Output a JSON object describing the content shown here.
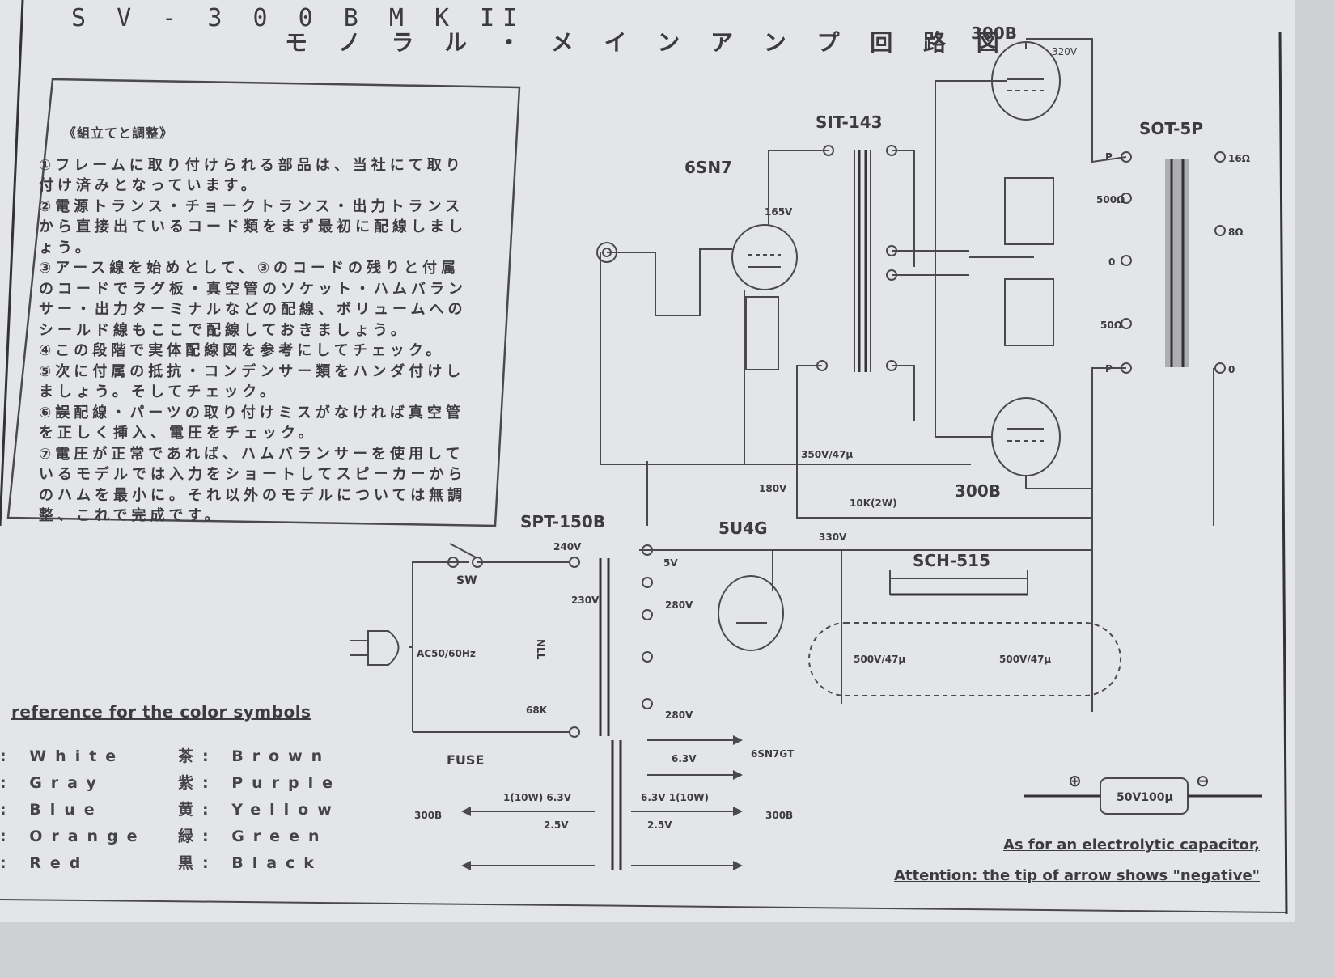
{
  "header": {
    "title": "S V - 3 0 0 B  M K II",
    "subtitle": "モ ノ ラ ル ・ メ イ ン ア ン プ 回 路 図"
  },
  "assembly_notes": {
    "heading": "《組立てと調整》",
    "lines": [
      "①フレームに取り付けられる部品は、当社にて取り",
      "付け済みとなっています。",
      "②電源トランス・チョークトランス・出力トランス",
      "から直接出ているコード類をまず最初に配線しまし",
      "ょう。",
      "③アース線を始めとして、③のコードの残りと付属",
      "のコードでラグ板・真空管のソケット・ハムバラン",
      "サー・出力ターミナルなどの配線、ボリュームへの",
      "シールド線もここで配線しておきましょう。",
      "④この段階で実体配線図を参考にしてチェック。",
      "⑤次に付属の抵抗・コンデンサー類をハンダ付けし",
      "ましょう。そしてチェック。",
      "⑥誤配線・パーツの取り付けミスがなければ真空管",
      "を正しく挿入、電圧をチェック。",
      "⑦電圧が正常であれば、ハムバランサーを使用して",
      "いるモデルでは入力をショートしてスピーカーから",
      "のハムを最小に。それ以外のモデルについては無調",
      "整、これで完成です。"
    ]
  },
  "color_reference": {
    "title": "reference for the color symbols",
    "rows": [
      {
        "left": ": White",
        "right": "茶: Brown"
      },
      {
        "left": ": Gray",
        "right": "紫: Purple"
      },
      {
        "left": ": Blue",
        "right": "黄: Yellow"
      },
      {
        "left": ": Orange",
        "right": "緑: Green"
      },
      {
        "left": ": Red",
        "right": "黒: Black"
      }
    ]
  },
  "components": {
    "tube_300b_top": "300B",
    "tube_300b_bottom": "300B",
    "tube_6sn7": "6SN7",
    "tube_5u4g": "5U4G",
    "interstage": "SIT-143",
    "output_trans": "SOT-5P",
    "power_trans": "SPT-150B",
    "choke": "SCH-515"
  },
  "labels": {
    "v_320": "320V",
    "v_165": "165V",
    "v_180": "180V",
    "v_330": "330V",
    "cap_350": "350V/47μ",
    "res_10k": "10K(2W)",
    "cap_500a": "500V/47μ",
    "cap_500b": "500V/47μ",
    "v_240": "240V",
    "v_5": "5V",
    "v_230": "230V",
    "v_280a": "280V",
    "v_280b": "280V",
    "v_63a": "6.3V",
    "sw": "SW",
    "fuse": "FUSE",
    "ac": "AC50/60Hz",
    "r_68k": "68K",
    "nll": "NLL",
    "label_6sn7gt": "6SN7GT",
    "left_300b": "300B",
    "right_300b": "300B",
    "fil_left": "1(10W) 6.3V",
    "fil_right": "6.3V 1(10W)",
    "v_25a": "2.5V",
    "v_25b": "2.5V",
    "out_16": "16Ω",
    "out_8": "8Ω",
    "out_0": "0",
    "sec_500": "500Ω",
    "sec_50": "50Ω",
    "sec_0": "0",
    "pri_p1": "P",
    "pri_p2": "P",
    "cap_100": "50V100μ"
  },
  "capacitor_note": {
    "line1": "As for an electrolytic capacitor,",
    "line2": "Attention:  the tip of arrow shows \"negative\"",
    "plus": "⊕",
    "minus": "⊖"
  }
}
